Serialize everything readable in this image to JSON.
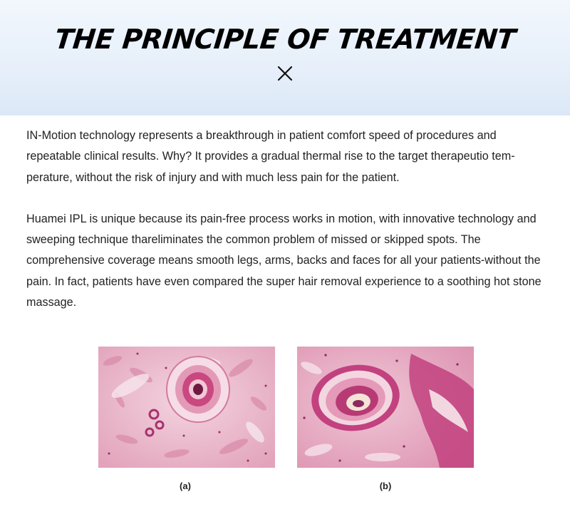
{
  "header": {
    "title": "THE PRINCIPLE OF TREATMENT",
    "icon": "cross-icon"
  },
  "body": {
    "paragraphs": [
      "IN-Motion technology represents a breakthrough in patient comfort speed of procedures and repeatable clinical results. Why? It provides a gradual thermal rise to the target therapeutio tem-perature, without the risk of injury and with much less pain for the patient.",
      "Huamei IPL is unique because its pain-free process works in motion, with innovative technology and sweeping technique thareliminates the common problem of missed or skipped spots. The comprehensive coverage means smooth legs, arms, backs and faces for all your patients-without the pain. In fact, patients have even compared the super hair removal experience to a soothing hot stone massage."
    ]
  },
  "figures": [
    {
      "caption": "(a)"
    },
    {
      "caption": "(b)"
    }
  ],
  "colors": {
    "header_bg": "#e6effa",
    "tissue_pink": "#e7a6bf",
    "tissue_magenta": "#c2417f",
    "tissue_dark": "#8a2a5e"
  }
}
